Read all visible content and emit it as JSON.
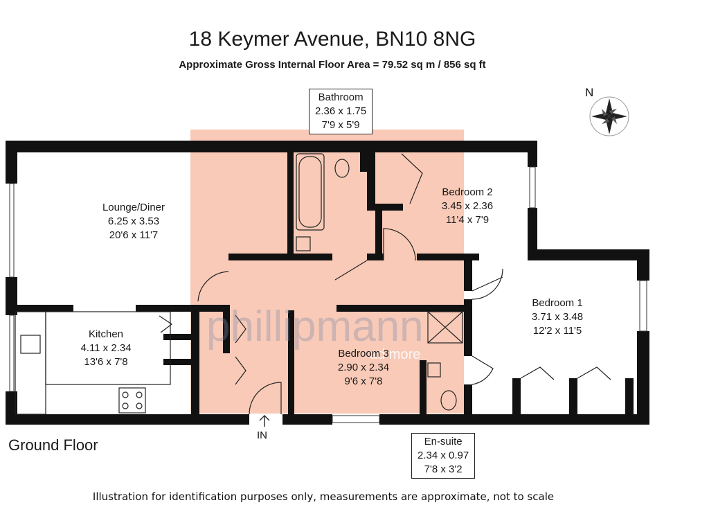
{
  "title": "18 Keymer Avenue, BN10 8NG",
  "subtitle": "Approximate Gross Internal Floor Area = 79.52 sq m / 856 sq ft",
  "floor_label": "Ground Floor",
  "entrance_label": "IN",
  "north_label": "N",
  "footnote": "Illustration for identification purposes only, measurements are approximate, not to scale",
  "watermark": {
    "brand": "phillipmann",
    "suffix": "ad more",
    "color": "#f4a98a"
  },
  "rooms": {
    "bathroom": {
      "name": "Bathroom",
      "metric": "2.36 x 1.75",
      "imperial": "7'9 x 5'9"
    },
    "lounge": {
      "name": "Lounge/Diner",
      "metric": "6.25 x 3.53",
      "imperial": "20'6 x 11'7"
    },
    "bedroom2": {
      "name": "Bedroom 2",
      "metric": "3.45 x 2.36",
      "imperial": "11'4 x 7'9"
    },
    "bedroom1": {
      "name": "Bedroom 1",
      "metric": "3.71 x 3.48",
      "imperial": "12'2 x 11'5"
    },
    "kitchen": {
      "name": "Kitchen",
      "metric": "4.11 x 2.34",
      "imperial": "13'6 x 7'8"
    },
    "bedroom3": {
      "name": "Bedroom 3",
      "metric": "2.90 x 2.34",
      "imperial": "9'6 x 7'8"
    },
    "ensuite": {
      "name": "En-suite",
      "metric": "2.34 x 0.97",
      "imperial": "7'8 x 3'2"
    }
  }
}
